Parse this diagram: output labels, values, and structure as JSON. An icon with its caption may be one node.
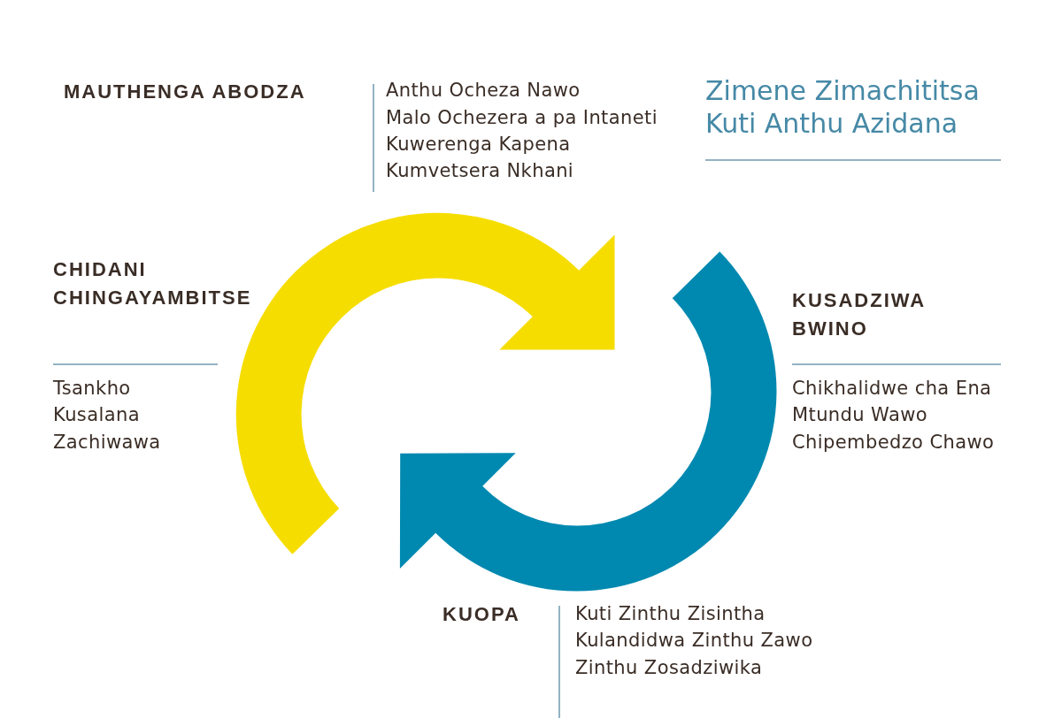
{
  "diagram": {
    "title": "Zimene Zimachititsa Kuti Anthu Azidana",
    "labels": [
      "MAUTHENGA ABODZA",
      "Anthu Ocheza Nawo",
      "Malo Ochezera a pa Intaneti",
      "Kuwerenga Kapena Kumvetsera Nkhani",
      "CHIDANI CHINGAYAMBITSE",
      "Tsankho",
      "Kusalana",
      "Zachiwawa",
      "KUSADZIWA BWINO",
      "Chikhalidwe cha Ena",
      "Mtundu Wawo",
      "Chipembedzo Chawo",
      "KUOPA",
      "Kuti Zinthu Zisintha",
      "Kulandidwa Zinthu Zawo",
      "Zinthu Zosadziwika"
    ]
  }
}
